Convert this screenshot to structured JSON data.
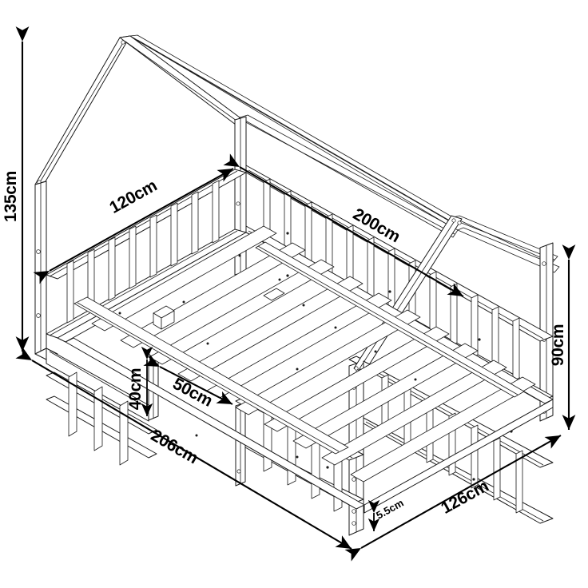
{
  "document": {
    "type": "technical-dimension-drawing",
    "subject": "house-frame floor bed",
    "projection": "isometric",
    "background_color": "#ffffff",
    "line_color": "#1a1a1a",
    "dimension_color": "#000000",
    "units": "cm"
  },
  "dimensions": {
    "total_height": "135cm",
    "headboard_width": "120cm",
    "bed_length": "200cm",
    "side_rail_height": "90cm",
    "outer_length": "206cm",
    "slat_support_height": "40cm",
    "post_spacing": "50cm",
    "outer_width": "126cm",
    "slat_thickness": "5.5cm"
  },
  "labels": [
    {
      "id": "height",
      "text": "135cm",
      "orientation": "vertical-left"
    },
    {
      "id": "head-width",
      "text": "120cm",
      "orientation": "diagonal-up-right"
    },
    {
      "id": "length",
      "text": "200cm",
      "orientation": "diagonal-down-right"
    },
    {
      "id": "rail-height",
      "text": "90cm",
      "orientation": "vertical-right"
    },
    {
      "id": "outer-length",
      "text": "206cm",
      "orientation": "diagonal-down-right"
    },
    {
      "id": "slat-height",
      "text": "40cm",
      "orientation": "vertical"
    },
    {
      "id": "post-spacing",
      "text": "50cm",
      "orientation": "diagonal-down-right"
    },
    {
      "id": "outer-width",
      "text": "126cm",
      "orientation": "diagonal-up-right"
    },
    {
      "id": "slat-thick",
      "text": "5.5cm",
      "orientation": "vertical-small"
    }
  ]
}
